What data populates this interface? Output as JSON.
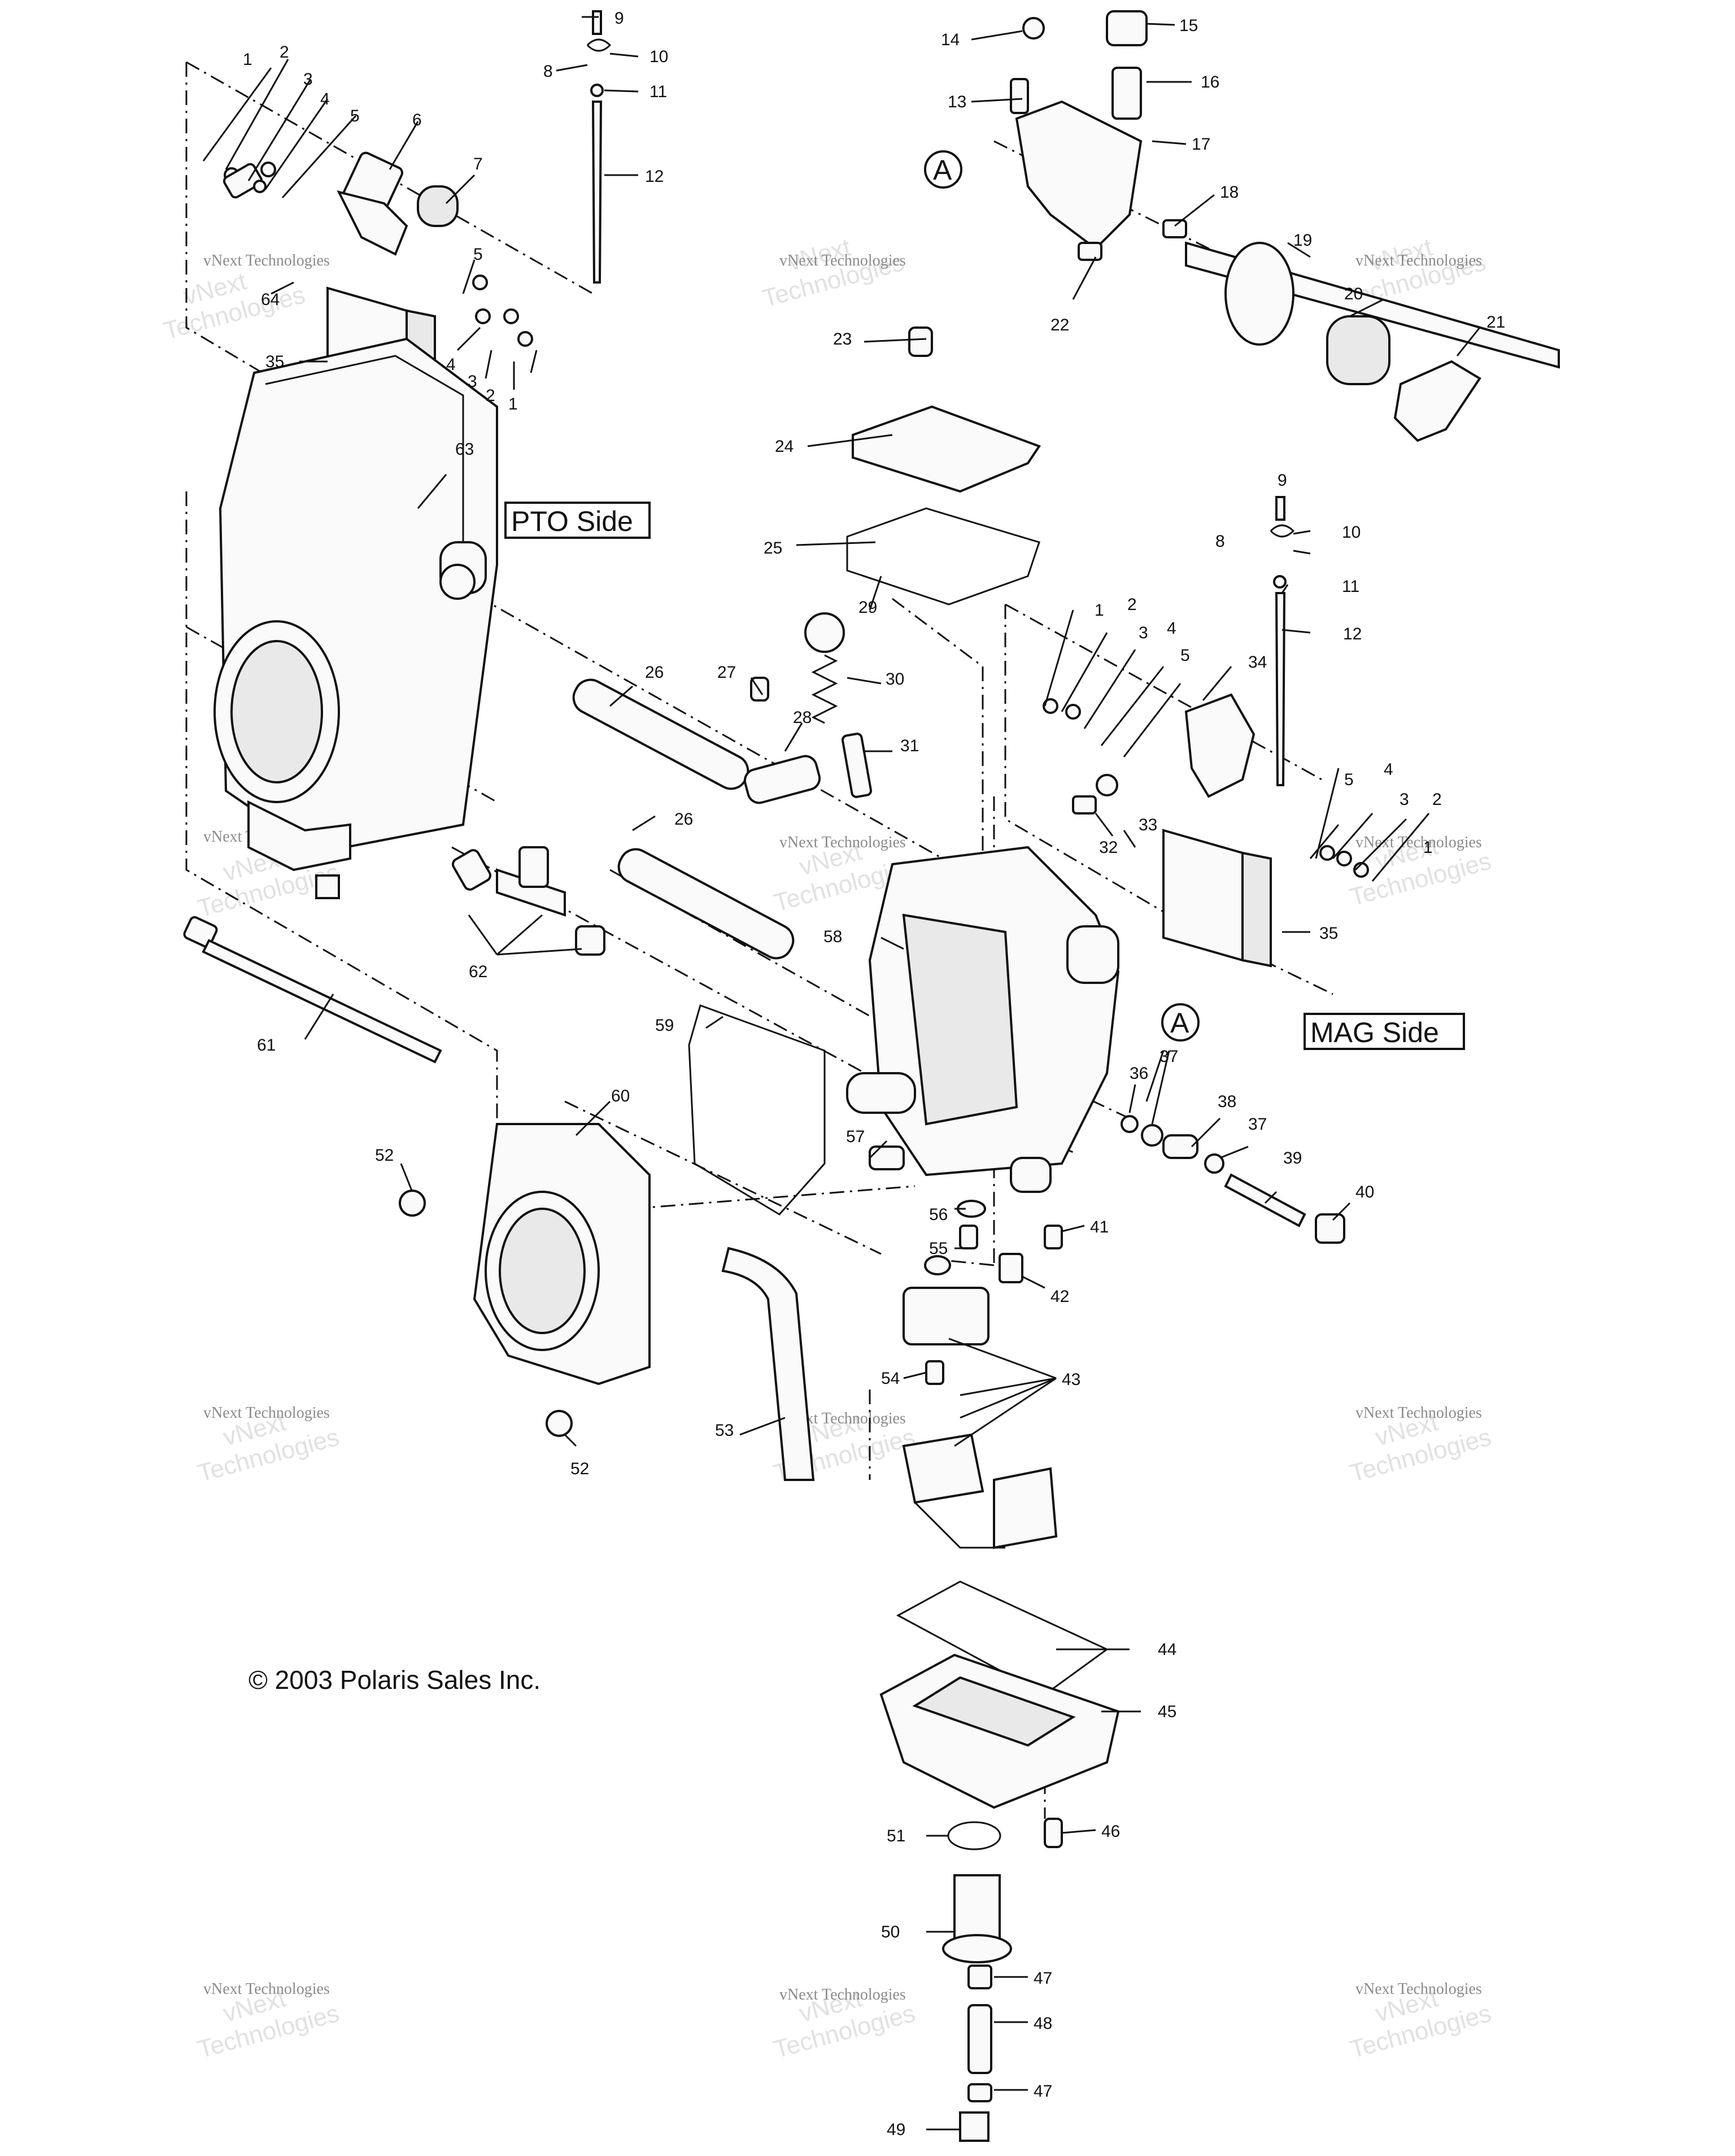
{
  "labels": {
    "pto_side": "PTO Side",
    "mag_side": "MAG Side",
    "copyright": "© 2003 Polaris Sales Inc.",
    "ref_a": "A"
  },
  "watermark": {
    "line1": "vNext",
    "line2": "Technologies",
    "line3": "vNext Technologies"
  },
  "callouts": [
    "1",
    "2",
    "3",
    "4",
    "5",
    "6",
    "7",
    "8",
    "9",
    "10",
    "11",
    "12",
    "13",
    "14",
    "15",
    "16",
    "17",
    "18",
    "19",
    "20",
    "21",
    "22",
    "23",
    "24",
    "25",
    "26",
    "27",
    "28",
    "29",
    "30",
    "31",
    "32",
    "33",
    "34",
    "35",
    "36",
    "37",
    "38",
    "39",
    "40",
    "41",
    "42",
    "43",
    "44",
    "45",
    "46",
    "47",
    "48",
    "49",
    "50",
    "51",
    "52",
    "53",
    "54",
    "55",
    "56",
    "57",
    "58",
    "59",
    "60",
    "61",
    "62",
    "63",
    "64"
  ],
  "colors": {
    "ink": "#111111",
    "watermark": "#c9c9c9",
    "paper": "#ffffff"
  }
}
